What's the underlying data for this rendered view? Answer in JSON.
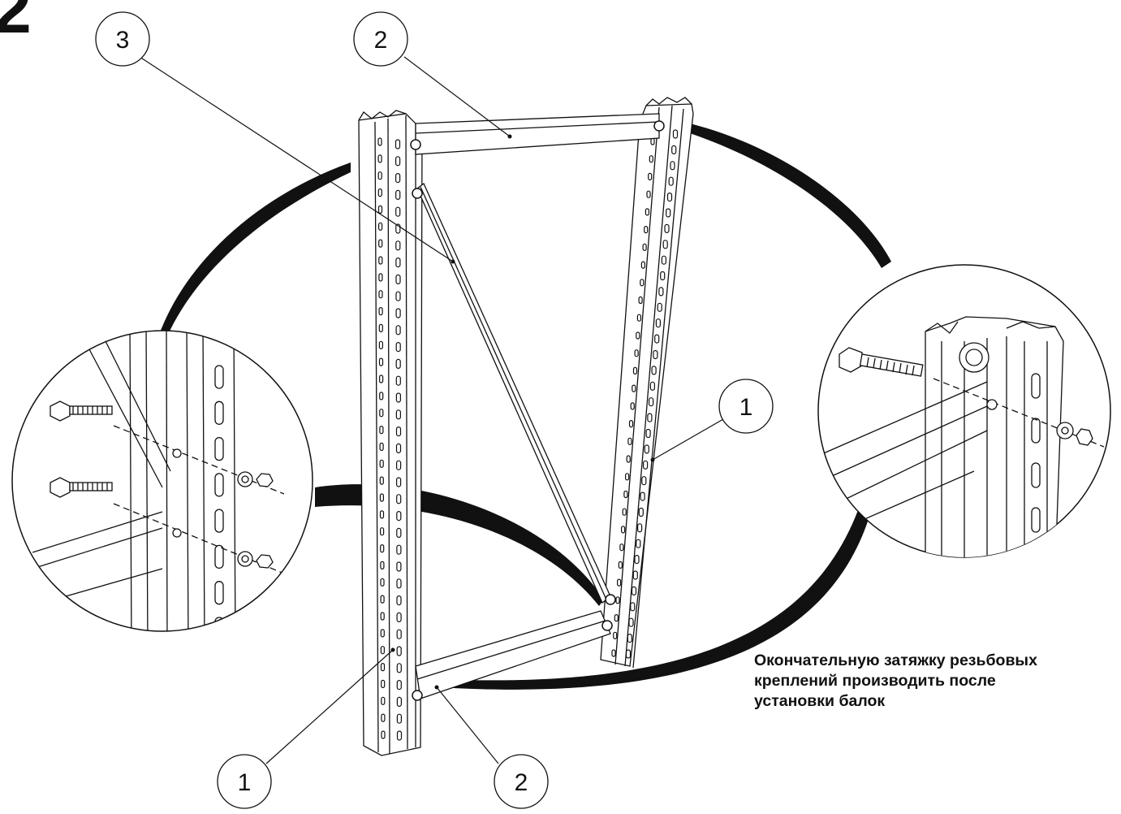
{
  "step_number": "2",
  "callouts": {
    "top_left": "3",
    "top_center": "2",
    "right": "1",
    "bottom_left": "1",
    "bottom_center": "2"
  },
  "note": {
    "line1": "Окончательную затяжку резьбовых",
    "line2": "креплений производить после",
    "line3": "установки балок"
  },
  "colors": {
    "line": "#111111",
    "background": "#ffffff"
  }
}
